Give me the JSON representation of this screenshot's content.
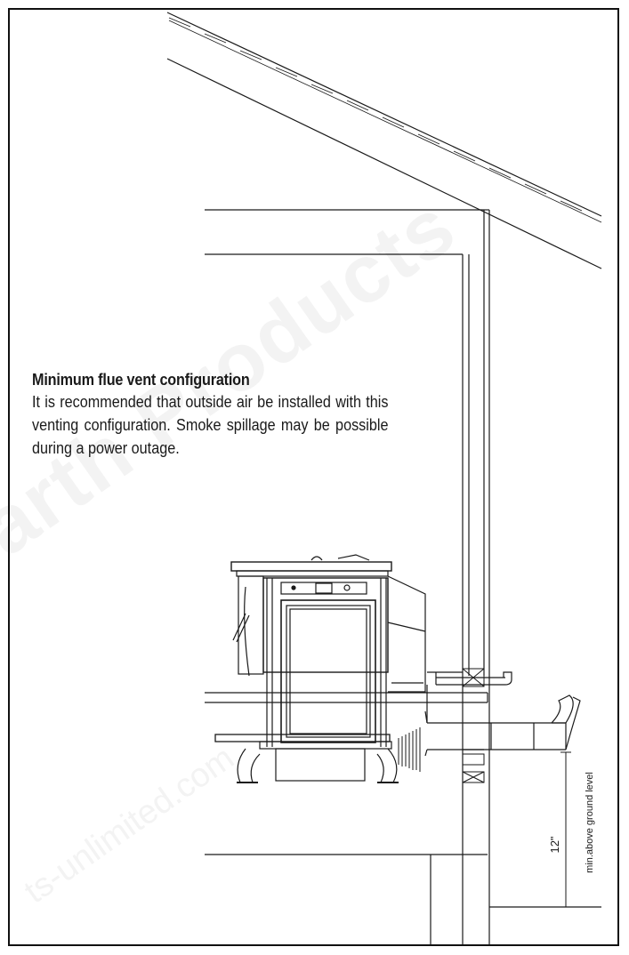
{
  "caption": {
    "title": "Minimum flue vent configuration",
    "body": "It is recommended that outside air be installed with this venting configuration. Smoke spillage may be possible during a power outage."
  },
  "dimension": {
    "value": "12\"",
    "note": "min.above ground level"
  },
  "watermark": {
    "main": "arth Products",
    "secondary": "ts-unlimited.com"
  },
  "colors": {
    "line": "#1a1a1a",
    "watermark": "#f0f0f0"
  }
}
